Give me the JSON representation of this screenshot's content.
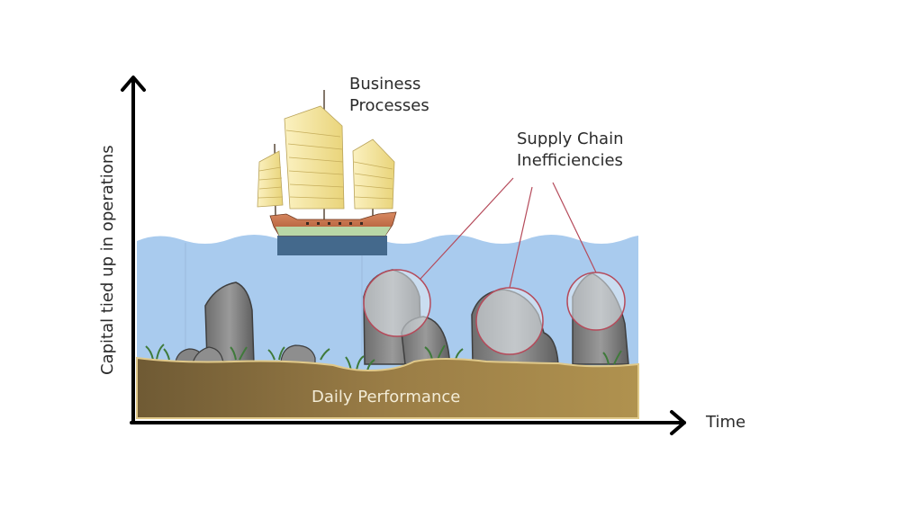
{
  "diagram": {
    "title": "Supply chain inefficiencies hidden under capital tied up in operations",
    "axes": {
      "y_label": "Capital tied up in operations",
      "x_label": "Time"
    },
    "labels": {
      "ship": [
        "Business",
        "Processes"
      ],
      "rocks": [
        "Supply Chain",
        "Inefficiencies"
      ],
      "ground": "Daily Performance"
    },
    "elements": [
      {
        "name": "ship",
        "icon": "junk-ship-icon",
        "meaning": "Business Processes"
      },
      {
        "name": "water",
        "meaning": "Capital tied up in operations (water level)"
      },
      {
        "name": "rocks",
        "icon": "rock-icon",
        "count_total": 7,
        "count_highlighted": 3,
        "meaning": "Supply Chain Inefficiencies"
      },
      {
        "name": "seabed",
        "meaning": "Daily Performance"
      }
    ],
    "colors": {
      "water": "#a9cbee",
      "sand": "#9b7f48",
      "rock": "#8f8f8f",
      "highlight_circle": "#b54a5a",
      "sail": "#f2e39a",
      "hull": "#c86a46",
      "axis": "#000000"
    }
  }
}
